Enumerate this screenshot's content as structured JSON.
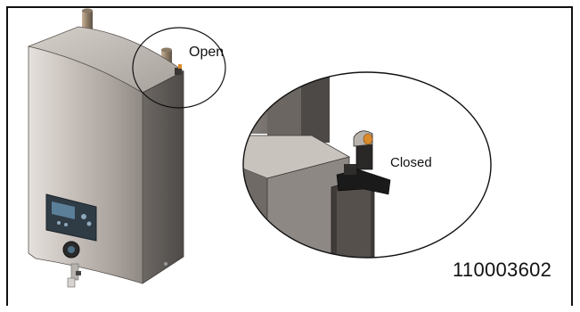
{
  "labels": {
    "open": "Open",
    "closed": "Closed",
    "part_number": "110003602"
  },
  "colors": {
    "steel_light": "#d8d3cf",
    "steel_mid": "#a8a19c",
    "steel_dark": "#6d6864",
    "display_panel": "#3a4a57",
    "display_screen": "#5b7f99",
    "valve_handle": "#1a1a1a",
    "valve_cap": "#d98a2b",
    "line": "#111111"
  }
}
